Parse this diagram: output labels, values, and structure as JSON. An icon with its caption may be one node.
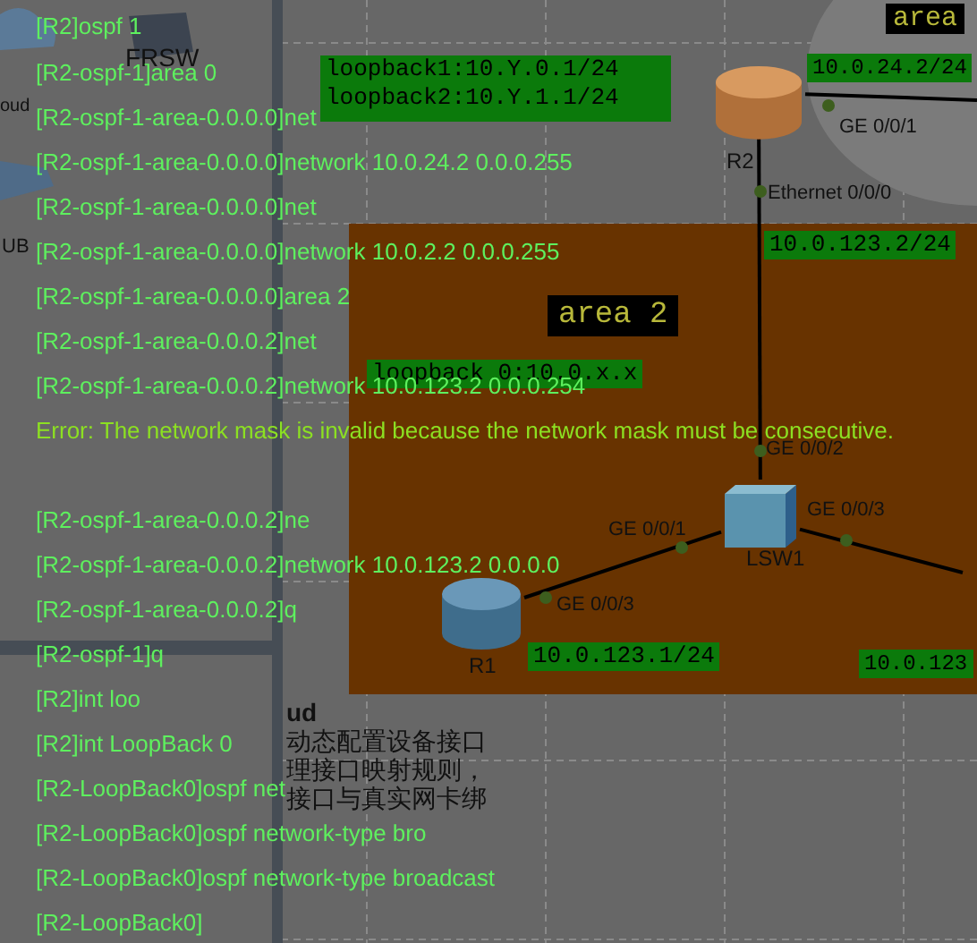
{
  "diagram": {
    "nodes": [
      {
        "text": [
          "area"
        ]
      },
      {
        "text": [
          "area 2"
        ]
      },
      {
        "text": [
          "R2"
        ]
      },
      {
        "text": [
          "LSW1"
        ],
        "in": 1
      },
      {
        "text": [
          "R1"
        ],
        "in": 1
      },
      {
        "text": [
          "FRSW"
        ]
      }
    ],
    "edges": [
      {
        "from": 2,
        "to": 3,
        "arrow": "none"
      },
      {
        "from": 3,
        "to": 4,
        "arrow": "none"
      },
      {
        "from": 3,
        "to": null,
        "arrow": "none"
      },
      {
        "from": 2,
        "to": 0,
        "arrow": "none"
      }
    ],
    "labels": [
      "[R2]ospf 1",
      "[R2-ospf-1]area 0",
      "[R2-ospf-1-area-0.0.0.0]net",
      "[R2-ospf-1-area-0.0.0.0]network 10.0.24.2 0.0.0.255",
      "[R2-ospf-1-area-0.0.0.0]net",
      "[R2-ospf-1-area-0.0.0.0]network 10.0.2.2 0.0.0.255",
      "[R2-ospf-1-area-0.0.0.0]area 2",
      "[R2-ospf-1-area-0.0.0.2]net",
      "[R2-ospf-1-area-0.0.0.2]network 10.0.123.2 0.0.0.254",
      "Error: The network mask is invalid because the network mask must be consecutive.",
      "[R2-ospf-1-area-0.0.0.2]ne",
      "[R2-ospf-1-area-0.0.0.2]network 10.0.123.2 0.0.0.0",
      "[R2-ospf-1-area-0.0.0.2]q",
      "[R2-ospf-1]q",
      "[R2]int loo",
      "[R2]int LoopBack 0",
      "[R2-LoopBack0]ospf net",
      "[R2-LoopBack0]ospf network-type bro",
      "[R2-LoopBack0]ospf network-type broadcast",
      "[R2-LoopBack0]",
      "oud",
      "UB",
      "loopback1:10.Y.0.1/24",
      "loopback2:10.Y.1.1/24",
      "10.0.24.2/24",
      "GE 0/0/1",
      "Ethernet 0/0/0",
      "10.0.123.2/24",
      "loopback 0:10.0.x.x",
      "GE 0/0/2",
      "GE 0/0/1",
      "GE 0/0/3",
      "GE 0/0/3",
      "10.0.123.1/24",
      "10.0.123",
      "ud",
      "动态配置设备接口",
      "理接口映射规则，",
      "接口与真实网卡绑"
    ]
  }
}
